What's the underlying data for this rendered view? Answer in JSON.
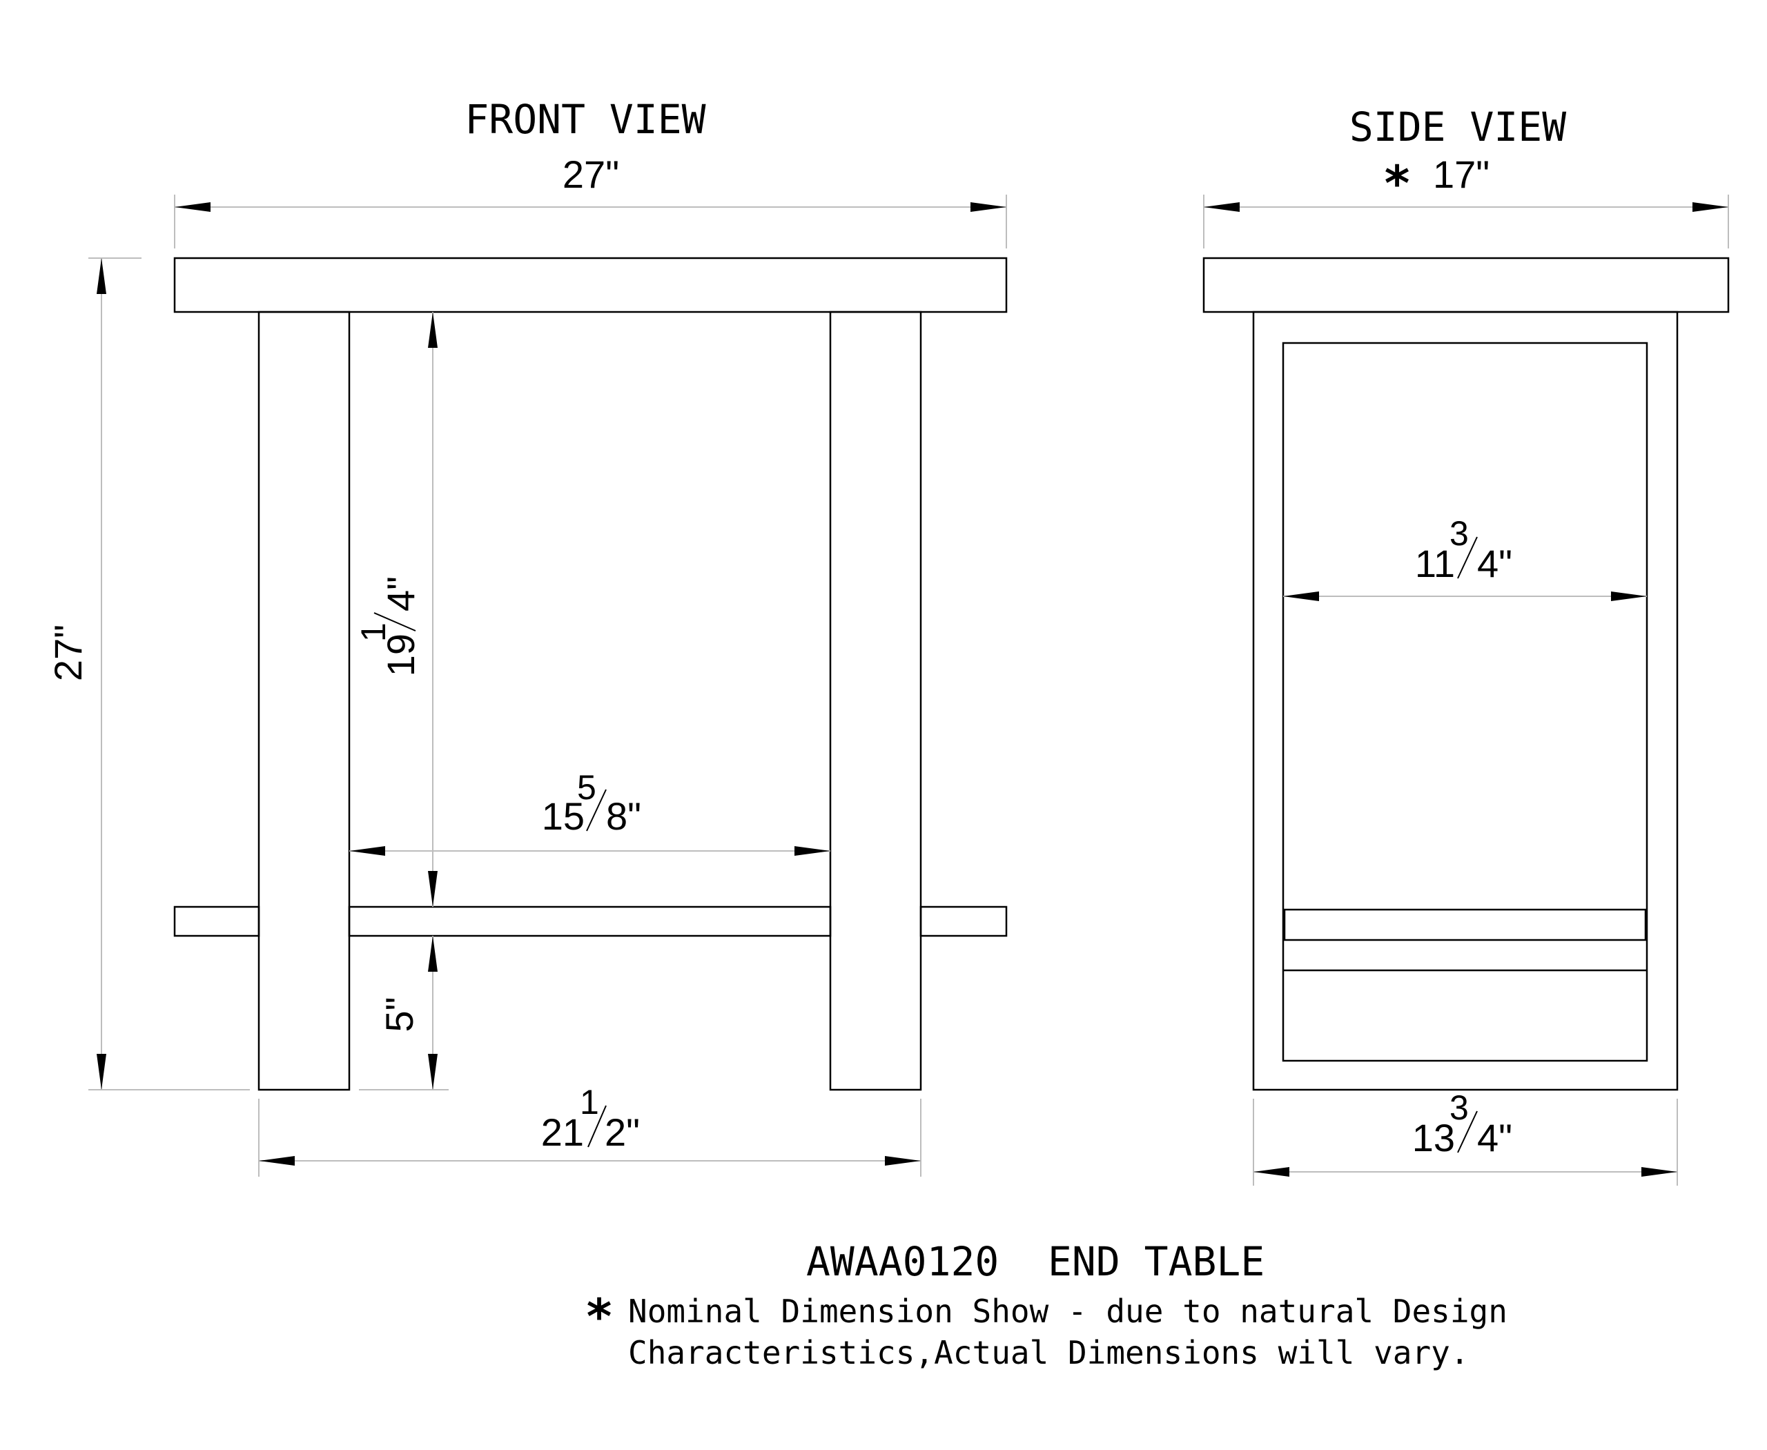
{
  "front_view": {
    "title": "FRONT VIEW",
    "width": "27\"",
    "height": "27\"",
    "leg_clearance": {
      "whole": "19",
      "num": "1",
      "den": "4\""
    },
    "inner_width": {
      "whole": "15",
      "num": "5",
      "den": "8\""
    },
    "shelf_height": "5\"",
    "leg_span": {
      "whole": "21",
      "num": "1",
      "den": "2\""
    }
  },
  "side_view": {
    "title": "SIDE VIEW",
    "marker": "*",
    "depth": "17\"",
    "inner_depth": {
      "whole": "11",
      "num": "3",
      "den": "4\""
    },
    "base_depth": {
      "whole": "13",
      "num": "3",
      "den": "4\""
    }
  },
  "footer": {
    "model": "AWAA0120",
    "product": "END TABLE",
    "marker": "*",
    "note_line1": "Nominal Dimension Show - due to natural Design",
    "note_line2": "Characteristics,Actual Dimensions will vary."
  }
}
